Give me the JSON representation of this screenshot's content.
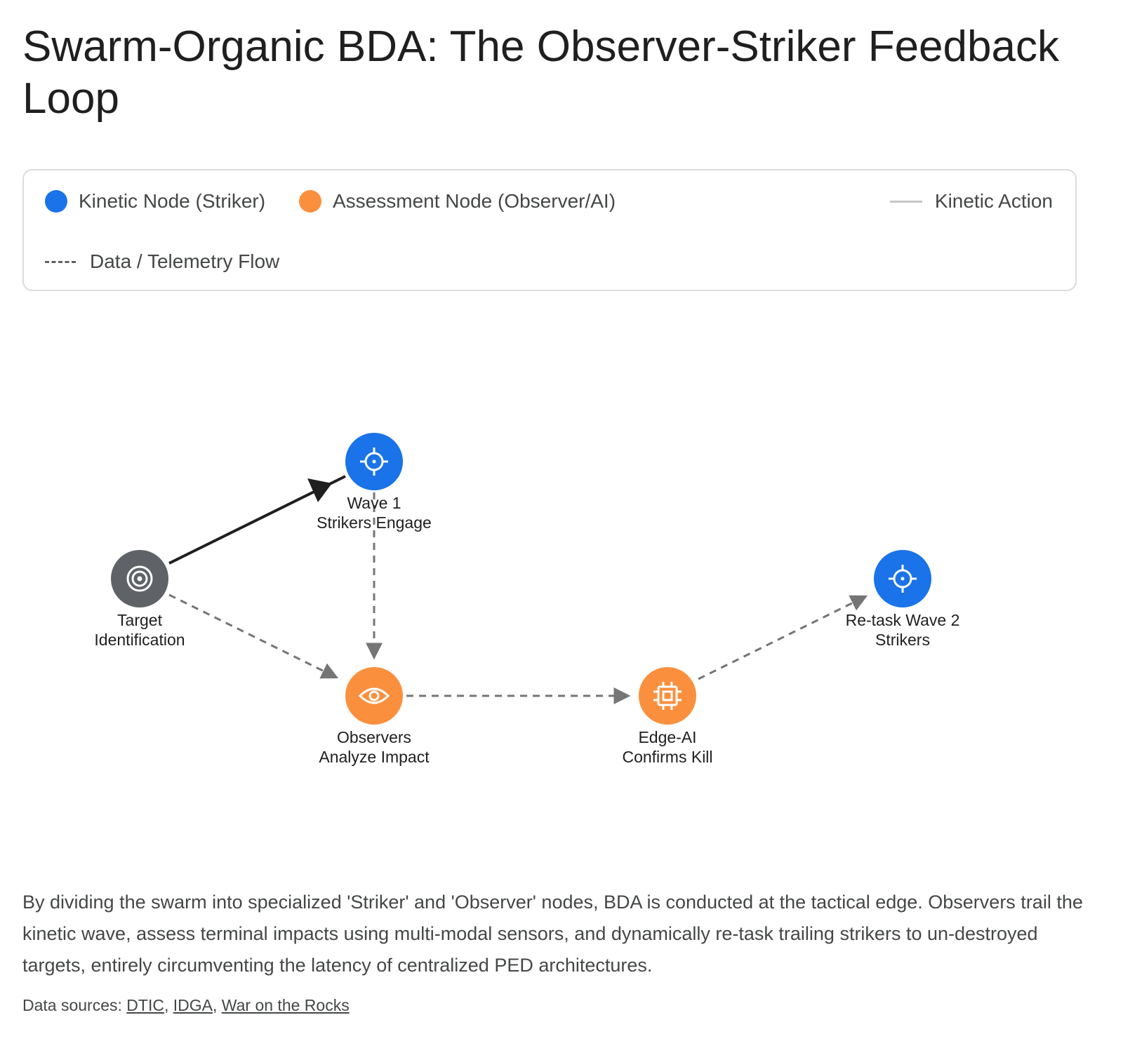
{
  "title": "Swarm-Organic BDA: The Observer-Striker Feedback Loop",
  "legend": {
    "kinetic_node": {
      "label": "Kinetic Node (Striker)",
      "color": "#1a73e8"
    },
    "assessment_node": {
      "label": "Assessment Node (Observer/AI)",
      "color": "#fa903e"
    },
    "kinetic_action": {
      "label": "Kinetic Action",
      "color": "#c4c7c5"
    },
    "data_flow": {
      "label": "Data / Telemetry Flow",
      "color": "#616161"
    }
  },
  "nodes": {
    "target": {
      "label": "Target\nIdentification",
      "icon": "target-icon",
      "color": "#5f6368"
    },
    "wave1": {
      "label": "Wave 1\nStrikers Engage",
      "icon": "crosshair-icon",
      "color": "#1a73e8"
    },
    "observers": {
      "label": "Observers\nAnalyze Impact",
      "icon": "eye-icon",
      "color": "#fa903e"
    },
    "edge_ai": {
      "label": "Edge-AI\nConfirms Kill",
      "icon": "chip-icon",
      "color": "#fa903e"
    },
    "wave2": {
      "label": "Re-task Wave 2\nStrikers",
      "icon": "crosshair-icon",
      "color": "#1a73e8"
    }
  },
  "edges": [
    {
      "from": "target",
      "to": "wave1",
      "kind": "kinetic"
    },
    {
      "from": "target",
      "to": "observers",
      "kind": "data"
    },
    {
      "from": "wave1",
      "to": "observers",
      "kind": "data"
    },
    {
      "from": "observers",
      "to": "edge_ai",
      "kind": "data"
    },
    {
      "from": "edge_ai",
      "to": "wave2",
      "kind": "data"
    }
  ],
  "caption": "By dividing the swarm into specialized 'Striker' and 'Observer' nodes, BDA is conducted at the tactical edge. Observers trail the kinetic wave, assess terminal impacts using multi-modal sensors, and dynamically re-task trailing strikers to un-destroyed targets, entirely circumventing the latency of centralized PED architectures.",
  "sources": {
    "prefix": "Data sources: ",
    "links": [
      "DTIC",
      "IDGA",
      "War on the Rocks"
    ]
  }
}
